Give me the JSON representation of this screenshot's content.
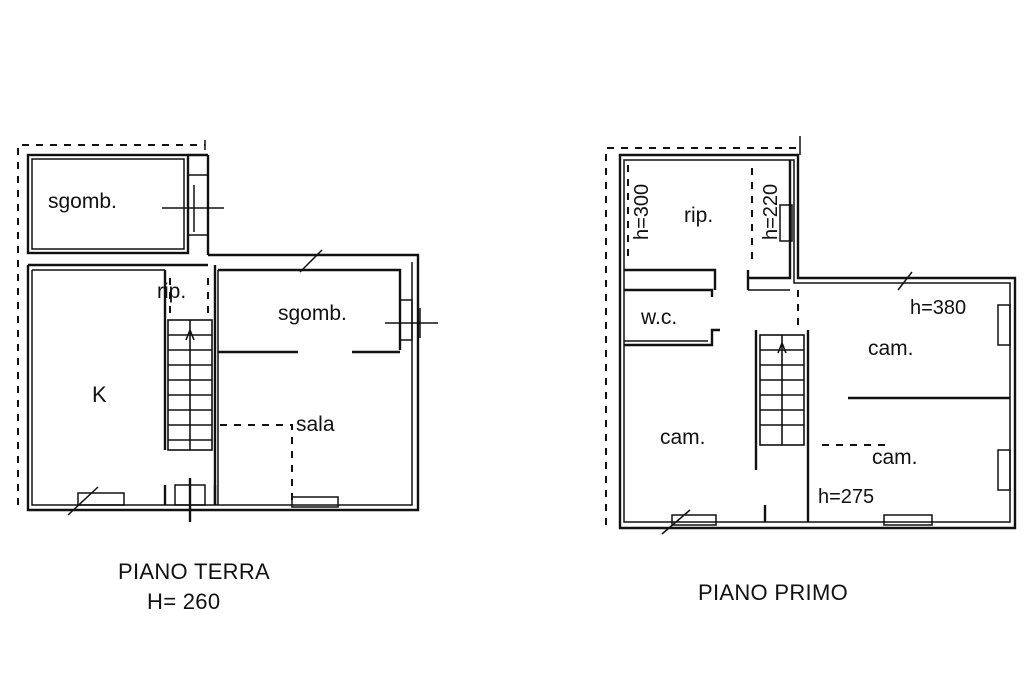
{
  "ground_floor": {
    "caption": "PIANO TERRA",
    "height": "H= 260",
    "rooms": {
      "storage_top": "sgomb.",
      "kitchen": "K",
      "stair_landing": "rip.",
      "storage_right": "sgomb.",
      "living": "sala"
    }
  },
  "first_floor": {
    "caption": "PIANO PRIMO",
    "rooms": {
      "landing": "rip.",
      "wc": "w.c.",
      "bedroom_right_top": "cam.",
      "bedroom_left": "cam.",
      "bedroom_right_bottom": "cam."
    },
    "heights": {
      "h300": "h=300",
      "h220": "h=220",
      "h380": "h=380",
      "h275": "h=275"
    }
  }
}
